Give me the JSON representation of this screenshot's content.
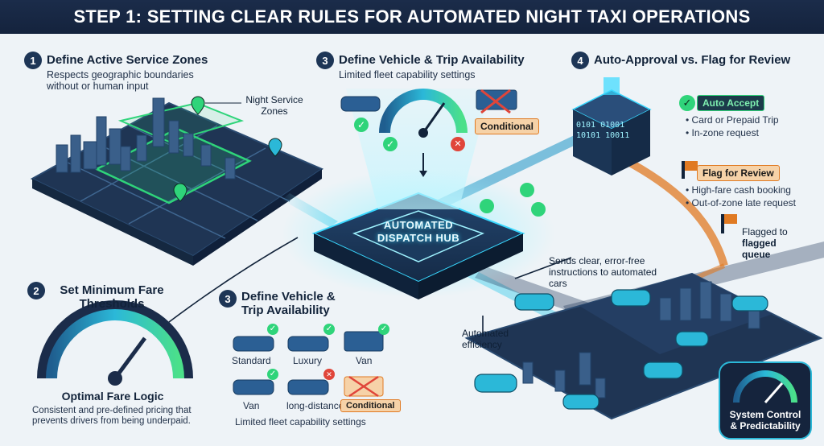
{
  "title": "STEP 1: SETTING CLEAR RULES FOR AUTOMATED NIGHT TAXI OPERATIONS",
  "section1": {
    "number": "1",
    "heading": "Define Active Service Zones",
    "body": "Respects geographic boundaries without or human input",
    "zone_label": "Night Service Zones"
  },
  "section2": {
    "number": "2",
    "heading": "Set Minimum Fare Thresholds",
    "gauge_title": "Optimal Fare Logic",
    "body": "Consistent and pre-defined pricing that prevents drivers from being underpaid."
  },
  "section3_top": {
    "number": "3",
    "heading": "Define Vehicle & Trip Availability",
    "body": "Limited fleet capability settings",
    "conditional": "Conditional"
  },
  "section3_bottom": {
    "number": "3",
    "heading": "Define Vehicle & Trip Availability",
    "vehicles": [
      {
        "label": "Standard",
        "status": "check"
      },
      {
        "label": "Luxury",
        "status": "check"
      },
      {
        "label": "Van",
        "status": "check"
      },
      {
        "label": "Van",
        "status": "check"
      },
      {
        "label": "long-distance",
        "status": "cross"
      },
      {
        "label": "Conditional",
        "status": "conditional"
      }
    ],
    "footer": "Limited fleet capability settings"
  },
  "section4": {
    "number": "4",
    "heading": "Auto-Approval vs. Flag for Review",
    "auto_accept": "Auto Accept",
    "auto_items": [
      "Card or Prepaid Trip",
      "In-zone request"
    ],
    "flag_review": "Flag for Review",
    "flag_items": [
      "High-fare cash booking",
      "Out-of-zone late request"
    ],
    "binary": "0101 01001 10101 10011"
  },
  "hub": {
    "label_line1": "AUTOMATED",
    "label_line2": "DISPATCH HUB"
  },
  "annotations": {
    "sends": "Sends clear, error-free instructions to automated cars",
    "efficiency": "Automated efficiency",
    "flagged_prefix": "Flagged to",
    "flagged_queue_1": "flagged",
    "flagged_queue_2": "queue"
  },
  "control_panel": {
    "line1": "System Control",
    "line2": "& Predictability"
  },
  "colors": {
    "navy": "#1b2c4a",
    "teal": "#2bb8d8",
    "green": "#2fd47a",
    "orange": "#e07a23",
    "red": "#e0453a"
  }
}
